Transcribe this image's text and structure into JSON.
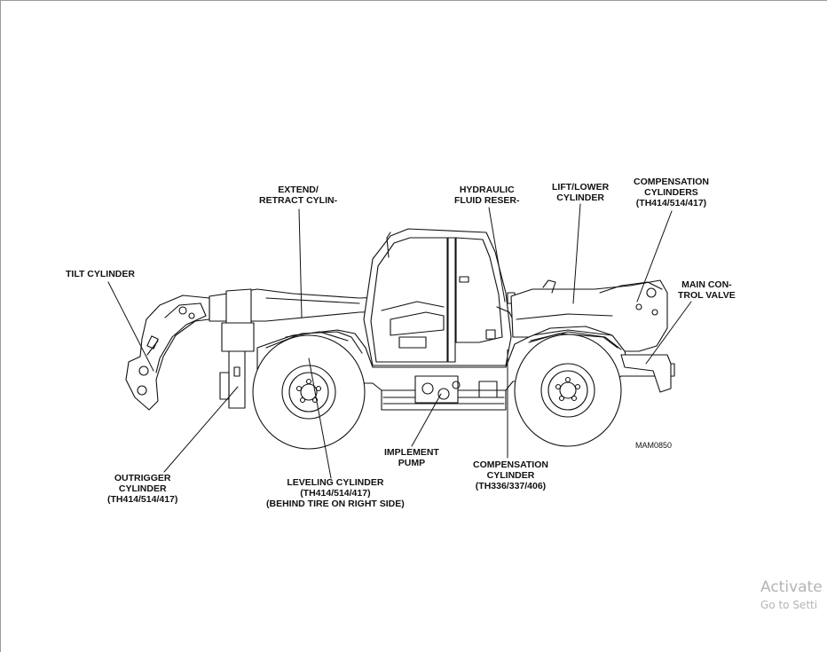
{
  "labels": {
    "extend_retract": [
      "EXTEND/",
      "RETRACT CYLIN-"
    ],
    "hydraulic_fluid": [
      "HYDRAULIC",
      "FLUID RESER-"
    ],
    "lift_lower": [
      "LIFT/LOWER",
      "CYLINDER"
    ],
    "compensation_cylinders": [
      "COMPENSATION",
      "CYLINDERS",
      "(TH414/514/417)"
    ],
    "tilt_cylinder": [
      "TILT CYLINDER"
    ],
    "main_control_valve": [
      "MAIN CON-",
      "TROL VALVE"
    ],
    "outrigger_cylinder": [
      "OUTRIGGER",
      "CYLINDER",
      "(TH414/514/417)"
    ],
    "leveling_cylinder": [
      "LEVELING CYLINDER",
      "(TH414/514/417)",
      "(BEHIND TIRE ON RIGHT SIDE)"
    ],
    "implement_pump": [
      "IMPLEMENT",
      "PUMP"
    ],
    "compensation_cylinder": [
      "COMPENSATION",
      "CYLINDER",
      "(TH336/337/406)"
    ]
  },
  "figure_code": "MAM0850",
  "watermark": {
    "line1": "Activate",
    "line2": "Go to Setti"
  }
}
